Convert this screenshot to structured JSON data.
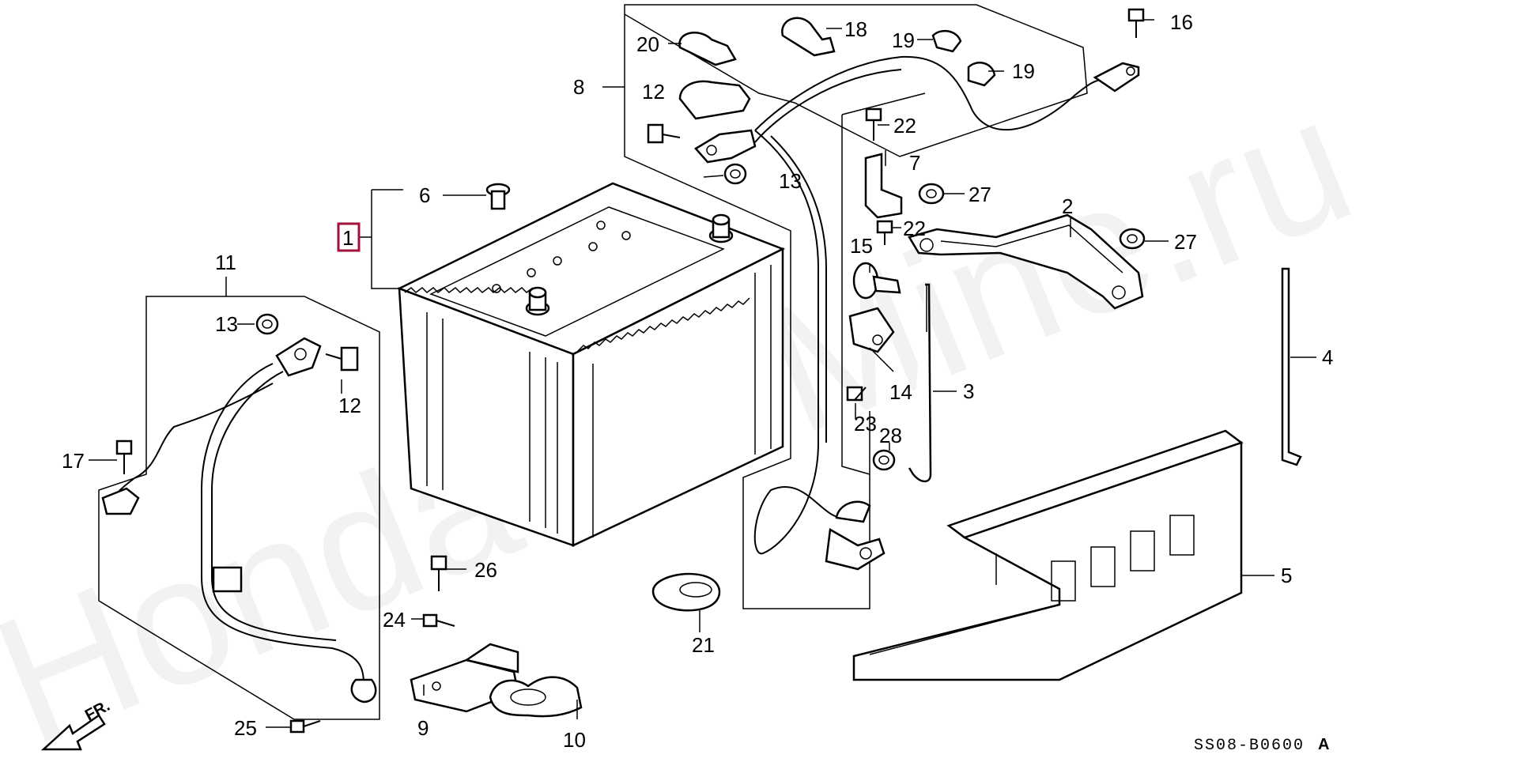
{
  "diagram": {
    "watermark": "HondaCarMine.ru",
    "code": "SS08-B0600",
    "code_suffix": "A",
    "front_label": "FR.",
    "highlighted_part": "1",
    "callouts": {
      "c1": "1",
      "c2": "2",
      "c3": "3",
      "c4": "4",
      "c5": "5",
      "c6": "6",
      "c7": "7",
      "c8": "8",
      "c9": "9",
      "c10": "10",
      "c11": "11",
      "c12a": "12",
      "c12b": "12",
      "c13a": "13",
      "c13b": "13",
      "c14": "14",
      "c15": "15",
      "c16": "16",
      "c17": "17",
      "c18": "18",
      "c19a": "19",
      "c19b": "19",
      "c20": "20",
      "c21": "21",
      "c22a": "22",
      "c22b": "22",
      "c23": "23",
      "c24": "24",
      "c25": "25",
      "c26": "26",
      "c27a": "27",
      "c27b": "27",
      "c28": "28"
    }
  }
}
